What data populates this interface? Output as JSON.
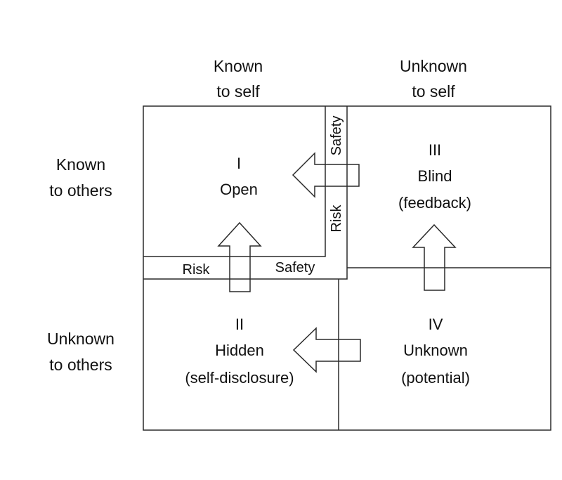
{
  "headers": {
    "col1": [
      "Known",
      "to self"
    ],
    "col2": [
      "Unknown",
      "to self"
    ],
    "row1": [
      "Known",
      "to others"
    ],
    "row2": [
      "Unknown",
      "to others"
    ]
  },
  "quadrants": {
    "open": [
      "I",
      "Open"
    ],
    "blind": [
      "III",
      "Blind",
      "(feedback)"
    ],
    "hidden": [
      "II",
      "Hidden",
      "(self-disclosure)"
    ],
    "unknown": [
      "IV",
      "Unknown",
      "(potential)"
    ]
  },
  "bands": {
    "horizontal_risk": "Risk",
    "horizontal_safety": "Safety",
    "vertical_safety": "Safety",
    "vertical_risk": "Risk"
  },
  "colors": {
    "line": "#2a2a2a",
    "text": "#111111",
    "background": "#ffffff"
  }
}
